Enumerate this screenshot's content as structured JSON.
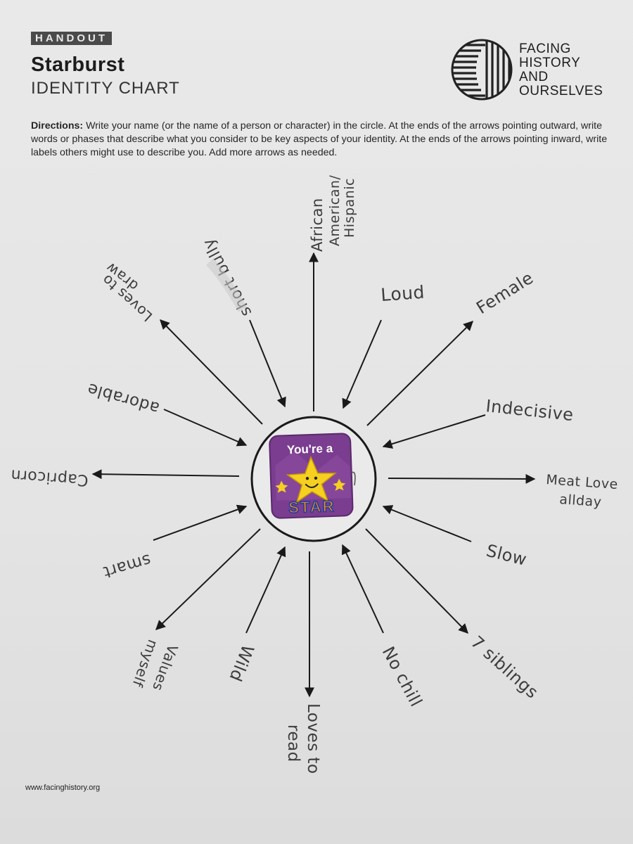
{
  "header": {
    "tag": "HANDOUT",
    "title": "Starburst",
    "subtitle": "IDENTITY CHART"
  },
  "logo": {
    "lines": [
      "FACING",
      "HISTORY",
      "AND",
      "OURSELVES"
    ],
    "icon": "striped-globe-icon"
  },
  "directions": {
    "label": "Directions:",
    "text": "Write your name (or the name of a person or character) in the circle. At the ends of the arrows pointing outward, write words or phases that describe what you consider to be key aspects of your identity. At the ends of the arrows pointing inward, write labels others might use to describe you. Add more arrows as needed."
  },
  "center": {
    "sticker_line1": "You're a",
    "sticker_line2": "STAR",
    "icon": "smiling-star-icon",
    "colors": {
      "sticker_bg": "#7a3d8f",
      "star": "#f5d020",
      "circle_fill": "#e9e9e9"
    }
  },
  "labels": {
    "african": "African",
    "american": "American/",
    "hispanic": "Hispanic",
    "loud": "Loud",
    "female": "Female",
    "indecisive": "Indecisive",
    "meat_love": "Meat Love",
    "allday": "allday",
    "slow": "Slow",
    "siblings": "7 siblings",
    "no_chill": "No chill",
    "loves_to": "Loves to",
    "read": "read",
    "wild": "Wild",
    "values": "Values",
    "myself": "myself",
    "smart": "smart",
    "capricorn": "Capricorn",
    "adorable": "adorable",
    "loves_to_draw_1": "Loves to",
    "loves_to_draw_2": "draw",
    "short_bully": "short bully"
  },
  "footer": {
    "url": "www.facinghistory.org"
  }
}
